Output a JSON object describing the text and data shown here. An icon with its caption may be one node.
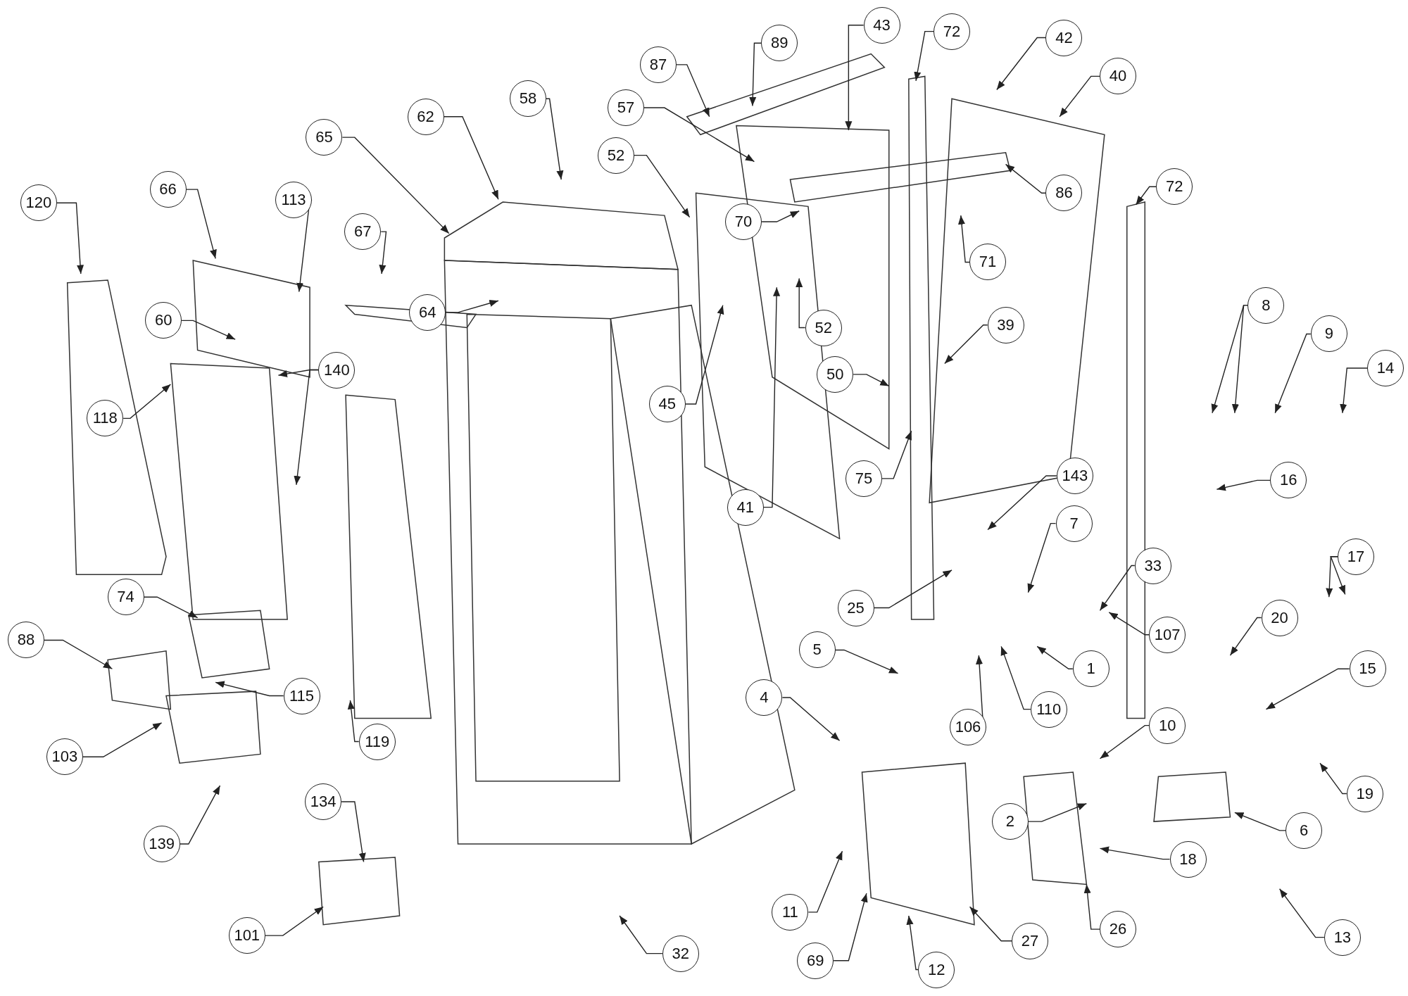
{
  "diagram": {
    "nodes": [
      {
        "text": [
          "87"
        ]
      },
      {
        "text": [
          "89"
        ]
      },
      {
        "text": [
          "43"
        ]
      },
      {
        "text": [
          "72"
        ]
      },
      {
        "text": [
          "42"
        ]
      },
      {
        "text": [
          "40"
        ]
      },
      {
        "text": [
          "58"
        ]
      },
      {
        "text": [
          "62"
        ]
      },
      {
        "text": [
          "57"
        ]
      },
      {
        "text": [
          "52"
        ]
      },
      {
        "text": [
          "65"
        ]
      },
      {
        "text": [
          "70"
        ]
      },
      {
        "text": [
          "86"
        ]
      },
      {
        "text": [
          "72"
        ]
      },
      {
        "text": [
          "71"
        ]
      },
      {
        "text": [
          "120"
        ]
      },
      {
        "text": [
          "66"
        ]
      },
      {
        "text": [
          "113"
        ]
      },
      {
        "text": [
          "67"
        ]
      },
      {
        "text": [
          "64"
        ]
      },
      {
        "text": [
          "52"
        ]
      },
      {
        "text": [
          "39"
        ]
      },
      {
        "text": [
          "60"
        ]
      },
      {
        "text": [
          "140"
        ]
      },
      {
        "text": [
          "118"
        ]
      },
      {
        "text": [
          "45"
        ]
      },
      {
        "text": [
          "50"
        ]
      },
      {
        "text": [
          "8"
        ]
      },
      {
        "text": [
          "9"
        ]
      },
      {
        "text": [
          "14"
        ]
      },
      {
        "text": [
          "16"
        ]
      },
      {
        "text": [
          "75"
        ]
      },
      {
        "text": [
          "41"
        ]
      },
      {
        "text": [
          "143"
        ]
      },
      {
        "text": [
          "7"
        ]
      },
      {
        "text": [
          "17"
        ]
      },
      {
        "text": [
          "33"
        ]
      },
      {
        "text": [
          "25"
        ]
      },
      {
        "text": [
          "20"
        ]
      },
      {
        "text": [
          "74"
        ]
      },
      {
        "text": [
          "88"
        ]
      },
      {
        "text": [
          "107"
        ]
      },
      {
        "text": [
          "5"
        ]
      },
      {
        "text": [
          "1"
        ]
      },
      {
        "text": [
          "115"
        ]
      },
      {
        "text": [
          "15"
        ]
      },
      {
        "text": [
          "106"
        ]
      },
      {
        "text": [
          "110"
        ]
      },
      {
        "text": [
          "4"
        ]
      },
      {
        "text": [
          "119"
        ]
      },
      {
        "text": [
          "103"
        ]
      },
      {
        "text": [
          "10"
        ]
      },
      {
        "text": [
          "19"
        ]
      },
      {
        "text": [
          "2"
        ]
      },
      {
        "text": [
          "6"
        ]
      },
      {
        "text": [
          "139"
        ]
      },
      {
        "text": [
          "134"
        ]
      },
      {
        "text": [
          "18"
        ]
      },
      {
        "text": [
          "11"
        ]
      },
      {
        "text": [
          "26"
        ]
      },
      {
        "text": [
          "101"
        ]
      },
      {
        "text": [
          "27"
        ]
      },
      {
        "text": [
          "32"
        ]
      },
      {
        "text": [
          "13"
        ]
      },
      {
        "text": [
          "69"
        ]
      },
      {
        "text": [
          "12"
        ]
      }
    ],
    "edges": [
      {
        "from": 0,
        "to": null,
        "arrow": "to"
      },
      {
        "from": 1,
        "to": null,
        "arrow": "to"
      },
      {
        "from": 2,
        "to": null,
        "arrow": "to"
      },
      {
        "from": 3,
        "to": null,
        "arrow": "to"
      },
      {
        "from": 4,
        "to": null,
        "arrow": "to"
      },
      {
        "from": 5,
        "to": null,
        "arrow": "to"
      },
      {
        "from": 6,
        "to": null,
        "arrow": "to"
      },
      {
        "from": 7,
        "to": null,
        "arrow": "to"
      },
      {
        "from": 8,
        "to": null,
        "arrow": "to"
      },
      {
        "from": 9,
        "to": null,
        "arrow": "to"
      },
      {
        "from": 10,
        "to": null,
        "arrow": "to"
      },
      {
        "from": 11,
        "to": null,
        "arrow": "to"
      },
      {
        "from": 12,
        "to": null,
        "arrow": "to"
      },
      {
        "from": 13,
        "to": null,
        "arrow": "to"
      },
      {
        "from": 14,
        "to": null,
        "arrow": "to"
      },
      {
        "from": 15,
        "to": null,
        "arrow": "to"
      },
      {
        "from": 16,
        "to": null,
        "arrow": "to"
      },
      {
        "from": 17,
        "to": null,
        "arrow": "to"
      },
      {
        "from": 18,
        "to": null,
        "arrow": "to"
      },
      {
        "from": 19,
        "to": null,
        "arrow": "to"
      },
      {
        "from": 20,
        "to": null,
        "arrow": "to"
      },
      {
        "from": 21,
        "to": null,
        "arrow": "to"
      },
      {
        "from": 22,
        "to": null,
        "arrow": "to"
      },
      {
        "from": 23,
        "to": null,
        "arrow": "to"
      },
      {
        "from": 23,
        "to": null,
        "arrow": "to"
      },
      {
        "from": 24,
        "to": null,
        "arrow": "to"
      },
      {
        "from": 25,
        "to": null,
        "arrow": "to"
      },
      {
        "from": 26,
        "to": null,
        "arrow": "to"
      },
      {
        "from": 27,
        "to": null,
        "arrow": "to"
      },
      {
        "from": 27,
        "to": null,
        "arrow": "to"
      },
      {
        "from": 28,
        "to": null,
        "arrow": "to"
      },
      {
        "from": 29,
        "to": null,
        "arrow": "to"
      },
      {
        "from": 30,
        "to": null,
        "arrow": "to"
      },
      {
        "from": 31,
        "to": null,
        "arrow": "to"
      },
      {
        "from": 32,
        "to": null,
        "arrow": "to"
      },
      {
        "from": 33,
        "to": null,
        "arrow": "to"
      },
      {
        "from": 34,
        "to": null,
        "arrow": "to"
      },
      {
        "from": 35,
        "to": null,
        "arrow": "to"
      },
      {
        "from": 35,
        "to": null,
        "arrow": "to"
      },
      {
        "from": 36,
        "to": null,
        "arrow": "to"
      },
      {
        "from": 37,
        "to": null,
        "arrow": "to"
      },
      {
        "from": 38,
        "to": null,
        "arrow": "to"
      },
      {
        "from": 39,
        "to": null,
        "arrow": "to"
      },
      {
        "from": 40,
        "to": null,
        "arrow": "to"
      },
      {
        "from": 41,
        "to": null,
        "arrow": "to"
      },
      {
        "from": 42,
        "to": null,
        "arrow": "to"
      },
      {
        "from": 43,
        "to": null,
        "arrow": "to"
      },
      {
        "from": 44,
        "to": null,
        "arrow": "to"
      },
      {
        "from": 45,
        "to": null,
        "arrow": "to"
      },
      {
        "from": 46,
        "to": null,
        "arrow": "to"
      },
      {
        "from": 47,
        "to": null,
        "arrow": "to"
      },
      {
        "from": 48,
        "to": null,
        "arrow": "to"
      },
      {
        "from": 49,
        "to": null,
        "arrow": "to"
      },
      {
        "from": 50,
        "to": null,
        "arrow": "to"
      },
      {
        "from": 51,
        "to": null,
        "arrow": "to"
      },
      {
        "from": 52,
        "to": null,
        "arrow": "to"
      },
      {
        "from": 53,
        "to": null,
        "arrow": "to"
      },
      {
        "from": 54,
        "to": null,
        "arrow": "to"
      },
      {
        "from": 55,
        "to": null,
        "arrow": "to"
      },
      {
        "from": 56,
        "to": null,
        "arrow": "to"
      },
      {
        "from": 57,
        "to": null,
        "arrow": "to"
      },
      {
        "from": 58,
        "to": null,
        "arrow": "to"
      },
      {
        "from": 59,
        "to": null,
        "arrow": "to"
      },
      {
        "from": 60,
        "to": null,
        "arrow": "to"
      },
      {
        "from": 61,
        "to": null,
        "arrow": "to"
      },
      {
        "from": 62,
        "to": null,
        "arrow": "to"
      },
      {
        "from": 63,
        "to": null,
        "arrow": "to"
      },
      {
        "from": 64,
        "to": null,
        "arrow": "to"
      },
      {
        "from": 65,
        "to": null,
        "arrow": "to"
      }
    ]
  }
}
